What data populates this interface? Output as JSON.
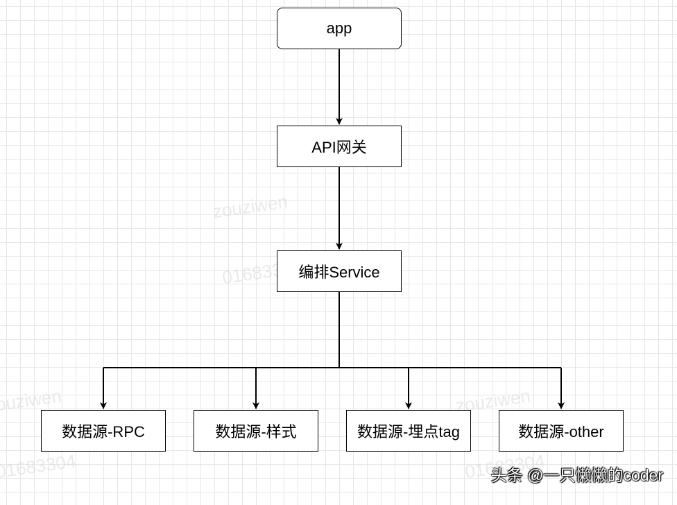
{
  "nodes": {
    "app": "app",
    "gateway": "API网关",
    "orchestrator": "编排Service",
    "rpc": "数据源-RPC",
    "style": "数据源-样式",
    "tracking": "数据源-埋点tag",
    "other": "数据源-other"
  },
  "watermark": {
    "name": "zouziwen",
    "id": "01683304"
  },
  "credit": "头条 @一只懒懒的coder",
  "colors": {
    "stroke": "#000000",
    "grid": "#e6e6e6",
    "watermark": "#d9d9d9"
  }
}
